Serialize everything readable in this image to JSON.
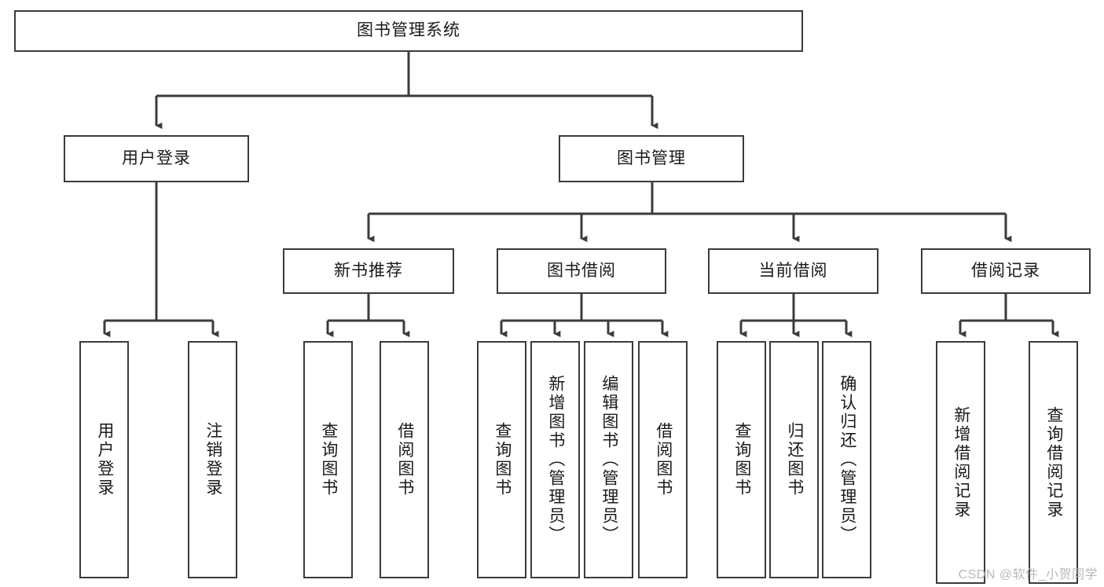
{
  "diagram": {
    "title": "图书管理系统",
    "watermark": "CSDN @软件_小贺同学",
    "root": {
      "label": "图书管理系统"
    },
    "level2": [
      {
        "label": "用户登录"
      },
      {
        "label": "图书管理"
      }
    ],
    "level3": [
      {
        "label": "新书推荐"
      },
      {
        "label": "图书借阅"
      },
      {
        "label": "当前借阅"
      },
      {
        "label": "借阅记录"
      }
    ],
    "leaves": {
      "user_login": [
        {
          "label": "用户登录"
        },
        {
          "label": "注销登录"
        }
      ],
      "new_book": [
        {
          "label": "查询图书"
        },
        {
          "label": "借阅图书"
        }
      ],
      "book_borrow": [
        {
          "label": "查询图书"
        },
        {
          "label": "新增图书（管理员）"
        },
        {
          "label": "编辑图书（管理员）"
        },
        {
          "label": "借阅图书"
        }
      ],
      "current_borrow": [
        {
          "label": "查询图书"
        },
        {
          "label": "归还图书"
        },
        {
          "label": "确认归还（管理员）"
        }
      ],
      "borrow_record": [
        {
          "label": "新增借阅记录"
        },
        {
          "label": "查询借阅记录"
        }
      ]
    }
  },
  "colors": {
    "border": "#3b3b3b",
    "text": "#1a1a1a",
    "background": "#ffffff",
    "watermark": "#b9b9b9"
  }
}
